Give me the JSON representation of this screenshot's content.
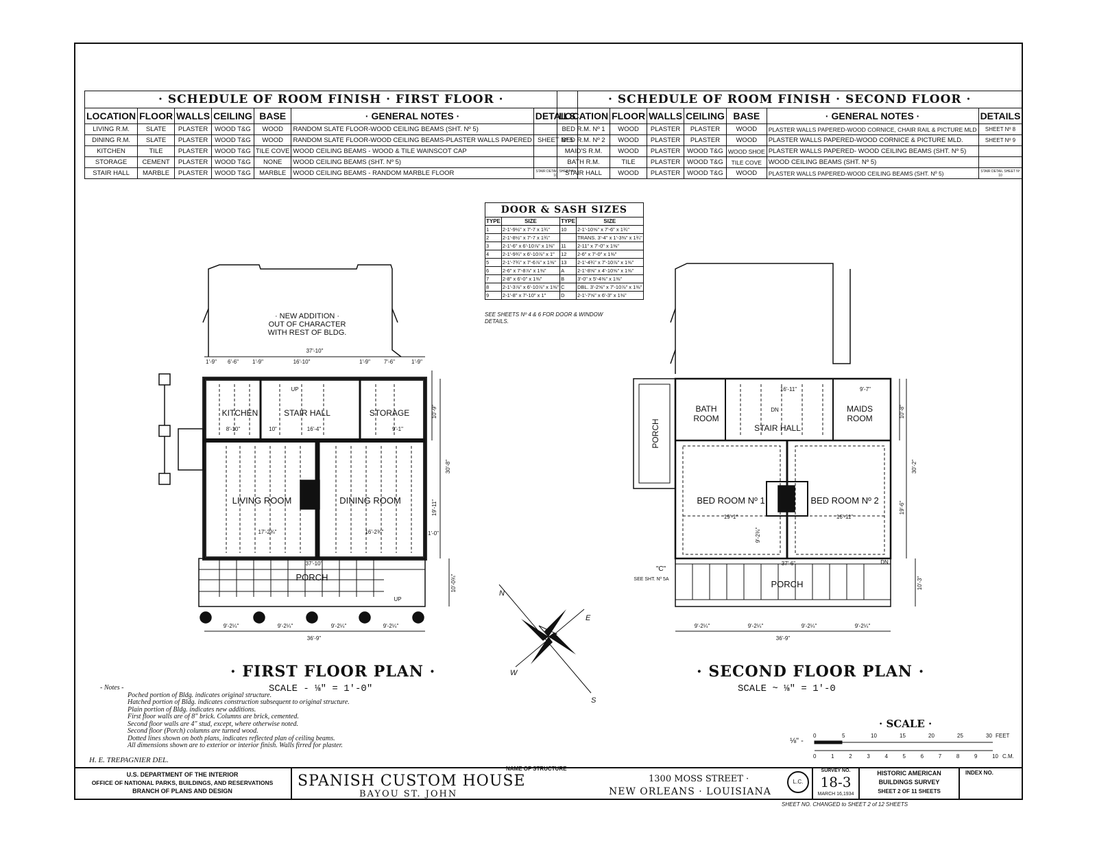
{
  "first_floor_schedule": {
    "title": "· SCHEDULE OF ROOM FINISH · FIRST FLOOR ·",
    "headers": [
      "LOCATION",
      "FLOOR",
      "WALLS",
      "CEILING",
      "BASE",
      "· GENERAL NOTES ·",
      "DETAILS"
    ],
    "rows": [
      [
        "LIVING R.M.",
        "SLATE",
        "PLASTER",
        "WOOD T&G",
        "WOOD",
        "RANDOM SLATE FLOOR-WOOD CEILING BEAMS (SHT. Nº 5)",
        ""
      ],
      [
        "DINING R.M.",
        "SLATE",
        "PLASTER",
        "WOOD T&G",
        "WOOD",
        "RANDOM SLATE FLOOR-WOOD CEILING BEAMS-PLASTER WALLS PAPERED",
        "SHEET Nº 5"
      ],
      [
        "KITCHEN",
        "TILE",
        "PLASTER",
        "WOOD T&G",
        "TILE COVE",
        "WOOD CEILING BEAMS - WOOD & TILE WAINSCOT CAP",
        ""
      ],
      [
        "STORAGE",
        "CEMENT",
        "PLASTER",
        "WOOD T&G",
        "NONE",
        "WOOD CEILING BEAMS (SHT. Nº 5)",
        ""
      ],
      [
        "STAIR HALL",
        "MARBLE",
        "PLASTER",
        "WOOD T&G",
        "MARBLE",
        "WOOD CEILING BEAMS - RANDOM MARBLE FLOOR",
        "STAIR DETAIL SHEET Nº 10"
      ]
    ]
  },
  "second_floor_schedule": {
    "title": "· SCHEDULE OF ROOM FINISH · SECOND FLOOR ·",
    "headers": [
      "LOCATION",
      "FLOOR",
      "WALLS",
      "CEILING",
      "BASE",
      "· GENERAL NOTES ·",
      "DETAILS"
    ],
    "rows": [
      [
        "BED R.M. Nº 1",
        "WOOD",
        "PLASTER",
        "PLASTER",
        "WOOD",
        "PLASTER WALLS PAPERED-WOOD CORNICE, CHAIR RAIL & PICTURE MLD",
        "SHEET Nº 8"
      ],
      [
        "BED R.M. Nº 2",
        "WOOD",
        "PLASTER",
        "PLASTER",
        "WOOD",
        "PLASTER WALLS PAPERED-WOOD CORNICE & PICTURE MLD.",
        "SHEET Nº 9"
      ],
      [
        "MAID'S R.M.",
        "WOOD",
        "PLASTER",
        "WOOD T&G",
        "WOOD SHOE",
        "PLASTER WALLS PAPERED- WOOD CEILING BEAMS (SHT. Nº 5)",
        ""
      ],
      [
        "BATH R.M.",
        "TILE",
        "PLASTER",
        "WOOD T&G",
        "TILE COVE",
        "WOOD CEILING BEAMS (SHT. Nº 5)",
        ""
      ],
      [
        "STAIR HALL",
        "WOOD",
        "PLASTER",
        "WOOD T&G",
        "WOOD",
        "PLASTER WALLS PAPERED-WOOD CEILING BEAMS (SHT. Nº 5)",
        "STAIR DETAIL SHEET Nº 10"
      ]
    ]
  },
  "door_sash": {
    "title": "DOOR & SASH SIZES",
    "headers": [
      "TYPE",
      "SIZE",
      "TYPE",
      "SIZE"
    ],
    "rows": [
      [
        "1",
        "2-1'-9½\" x 7'-7 x 1¾\"",
        "10",
        "2-1'-10⅝\" x 7'-6\" x 1¾\""
      ],
      [
        "2",
        "2-1'-8½\" x 7'-7 x 1¾\"",
        "",
        "TRANS. 3'-4\" x 1'-3⅜\" x 1¾\""
      ],
      [
        "3",
        "2-1'-6\" x 6'-10⅞\" x 1⅜\"",
        "11",
        "2-11\" x 7'-0\" x 1⅜\""
      ],
      [
        "4",
        "2-1'-9¾\" x 6'-10⅞\" x 1\"",
        "12",
        "2-6\" x 7'-0\" x 1⅜\""
      ],
      [
        "5",
        "2-1'-7¾\" x 7'-6⅞\" x 1⅜\"",
        "13",
        "2-1'-4¾\" x 7'-10⅞\" x 1⅜\""
      ],
      [
        "6",
        "2-6\" x 7'-8⅞\" x 1⅜\"",
        "A",
        "2-1'-8⅝\" x 4'-10⅝\" x 1⅜\""
      ],
      [
        "7",
        "2-8\" x 6'-0\" x 1⅜\"",
        "B",
        "3'-0\" x 5'-4⅜\" x 1⅜\""
      ],
      [
        "8",
        "2-1'-3⅞\" x 6'-10⅞\" x 1⅜\"",
        "C",
        "DBL. 3'-2⅝\" x 7'-10⅞\" x 1⅜\""
      ],
      [
        "9",
        "2-1'-8\" x 7'-10\" x 1\"",
        "D",
        "2-1'-7⅝\" x 6'-3\" x 1⅜\""
      ]
    ],
    "note": "SEE SHEETS Nº 4 & 6 FOR DOOR & WINDOW DETAILS."
  },
  "first_plan": {
    "title": "· FIRST FLOOR PLAN ·",
    "scale": "SCALE - ⅛\" = 1'-0\"",
    "labels": {
      "addition1": "· NEW ADDITION ·",
      "addition2": "OUT OF CHARACTER",
      "addition3": "WITH REST OF BLDG.",
      "kitchen": "KITCHEN",
      "stair": "STAIR HALL",
      "storage": "STORAGE",
      "living": "LIVING ROOM",
      "dining": "DINING ROOM",
      "porch": "PORCH",
      "up1": "UP",
      "up2": "UP"
    },
    "dims": {
      "overall_top": "37'-10\"",
      "d1": "1'-9\"",
      "d2": "6'-6\"",
      "d3": "1'-9\"",
      "d4": "16'-10\"",
      "d5": "1'-9\"",
      "d6": "7'-6\"",
      "d7": "1'-9\"",
      "bottom1": "9'-2¼\"",
      "bottom2": "9'-2¼\"",
      "bottom3": "9'-2¼\"",
      "bottom4": "9'-2¼\"",
      "overall_bottom": "36'-9\"",
      "porch_width": "37'-10\"",
      "right1": "10'-9\"",
      "right2": "30'-8\"",
      "right3": "19'-11\"",
      "right4": "10'-0¾\"",
      "living_w": "17'-2¾\"",
      "dining_w": "16'-2¾\"",
      "k1": "8'-10\"",
      "k2": "10\"",
      "s1": "16'-4\"",
      "st1": "9'-1\"",
      "r1": "1'-0\""
    }
  },
  "second_plan": {
    "title": "· SECOND FLOOR PLAN ·",
    "scale": "SCALE ~ ⅛\" = 1'-0",
    "labels": {
      "bath1": "BATH",
      "bath2": "ROOM",
      "stair": "STAIR HALL",
      "maids1": "MAIDS",
      "maids2": "ROOM",
      "bed1": "BED ROOM Nº 1",
      "bed2": "BED ROOM Nº 2",
      "porch": "PORCH",
      "side_porch": "PORCH",
      "dn1": "DN",
      "dn2": "DN",
      "c_note": "\"C\"",
      "c_ref": "SEE SHT. Nº 5A"
    },
    "dims": {
      "top": "16'-11\"",
      "top2": "9'-7\"",
      "b1": "19'-1\"",
      "b2": "16'-11\"",
      "porch_width": "37'-6\"",
      "bottom1": "9'-2¼\"",
      "bottom2": "9'-2¼\"",
      "bottom3": "9'-2¼\"",
      "bottom4": "9'-2¼\"",
      "overall_bottom": "36'-9\"",
      "right1": "10'-8\"",
      "right2": "30'-2\"",
      "right3": "19'-6\"",
      "right4": "10'-3\"",
      "mid": "9'-2¾\""
    }
  },
  "compass": {
    "n": "N",
    "e": "E",
    "w": "W",
    "s": "S"
  },
  "notes": {
    "head": "- Notes -",
    "lines": [
      "Poched portion of Bldg. indicates original structure.",
      "Hatched portion of Bldg. indicates construction subsequent to original structure.",
      "Plain portion of Bldg. indicates new additions.",
      "First floor walls are of 8\" brick. Columns are brick, cemented.",
      "Second floor walls are 4\" stud, except, where otherwise noted.",
      "Second floor (Porch) columns are turned wood.",
      "Dotted lines shown on both plans, indicates reflected plan of ceiling beams.",
      "All dimensions shown are to exterior or interior finish. Walls firred for plaster."
    ],
    "delineator": "H. E. TREPAGNIER DEL."
  },
  "scale_bar": {
    "title": "· SCALE ·",
    "prefix": "⅛\" -",
    "feet_ticks": [
      "0",
      "5",
      "10",
      "15",
      "20",
      "25",
      "30"
    ],
    "feet_unit": "FEET",
    "meter_ticks": [
      "0",
      "1",
      "2",
      "3",
      "4",
      "5",
      "6",
      "7",
      "8",
      "9",
      "10"
    ],
    "meter_unit": "C.M."
  },
  "title_block": {
    "agency1": "U.S. DEPARTMENT OF THE INTERIOR",
    "agency2": "OFFICE OF NATIONAL PARKS, BUILDINGS, AND RESERVATIONS",
    "agency3": "BRANCH OF PLANS AND DESIGN",
    "name_label": "NAME OF STRUCTURE",
    "structure": "SPANISH CUSTOM HOUSE",
    "subtitle": "BAYOU ST. JOHN",
    "address": "1300 MOSS STREET ·",
    "city": "NEW ORLEANS · LOUISIANA",
    "seal": "L.C.",
    "survey_label": "SURVEY NO.",
    "survey_no": "18-3",
    "date": "MARCH 16,1934",
    "habs1": "HISTORIC AMERICAN",
    "habs2": "BUILDINGS SURVEY",
    "sheet": "SHEET 2 OF 11 SHEETS",
    "index": "INDEX NO.",
    "footer": "SHEET NO. CHANGED to SHEET 2 of 12 SHEETS"
  }
}
